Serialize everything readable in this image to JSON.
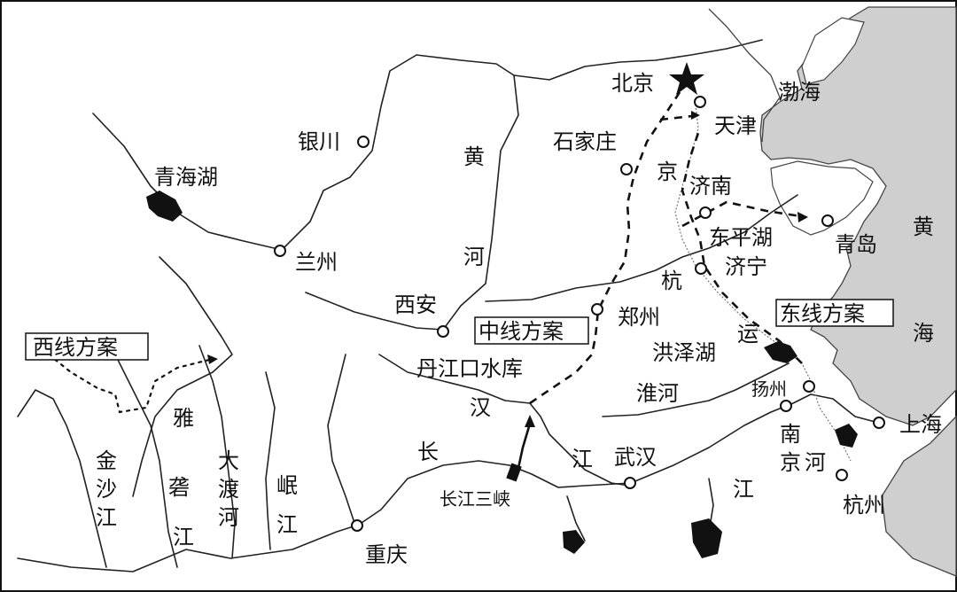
{
  "colors": {
    "sea": "#cfcfcf",
    "land": "#ffffff",
    "line": "#111111",
    "lake": "#111111"
  },
  "routes": {
    "west": "西线方案",
    "middle": "中线方案",
    "east": "东线方案"
  },
  "cities": {
    "beijing": "北京",
    "tianjin": "天津",
    "shijiazhuang": "石家庄",
    "jinan": "济南",
    "qingdao": "青岛",
    "jining": "济宁",
    "zhengzhou": "郑州",
    "xian": "西安",
    "lanzhou": "兰州",
    "yinchuan": "银川",
    "chongqing": "重庆",
    "wuhan": "武汉",
    "yangzhou": "扬州",
    "nanjing": "南京",
    "shanghai": "上海",
    "hangzhou": "杭州"
  },
  "water": {
    "bohai": "渤海",
    "huanghai_1": "黄",
    "huanghai_2": "海",
    "qinghai_lake": "青海湖",
    "dongping_lake": "东平湖",
    "hongze_lake": "洪泽湖",
    "danjiangkou": "丹江口水库",
    "three_gorges": "长江三峡",
    "huaihe": "淮河"
  },
  "vertical": {
    "huanghe": [
      "黄",
      "河"
    ],
    "jinghang": [
      "京",
      "杭",
      "运"
    ],
    "han": [
      "汉"
    ],
    "changjiang_1": [
      "长"
    ],
    "changjiang_2": [
      "江"
    ],
    "changjiang_3": [
      "江"
    ],
    "jinsha": [
      "金",
      "沙",
      "江"
    ],
    "yalong": [
      "雅",
      "砻",
      "江"
    ],
    "dadu": [
      "大",
      "渡",
      "河"
    ],
    "min": [
      "岷",
      "江"
    ],
    "nanjing_he": [
      "南",
      "京",
      "河"
    ]
  }
}
